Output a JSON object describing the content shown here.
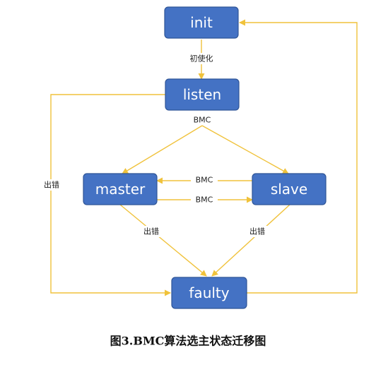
{
  "nodes": {
    "init": "init",
    "listen": "listen",
    "master": "master",
    "slave": "slave",
    "faulty": "faulty"
  },
  "edge_labels": {
    "init_to_listen": "初使化",
    "listen_bmc": "BMC",
    "slave_to_master": "BMC",
    "master_to_slave": "BMC",
    "master_error": "出错",
    "slave_error": "出错",
    "listen_error": "出错"
  },
  "caption": "图3.BMC算法选主状态迁移图",
  "colors": {
    "node_fill": "#4472c4",
    "node_text": "#ffffff",
    "edge": "#f0c23b"
  }
}
